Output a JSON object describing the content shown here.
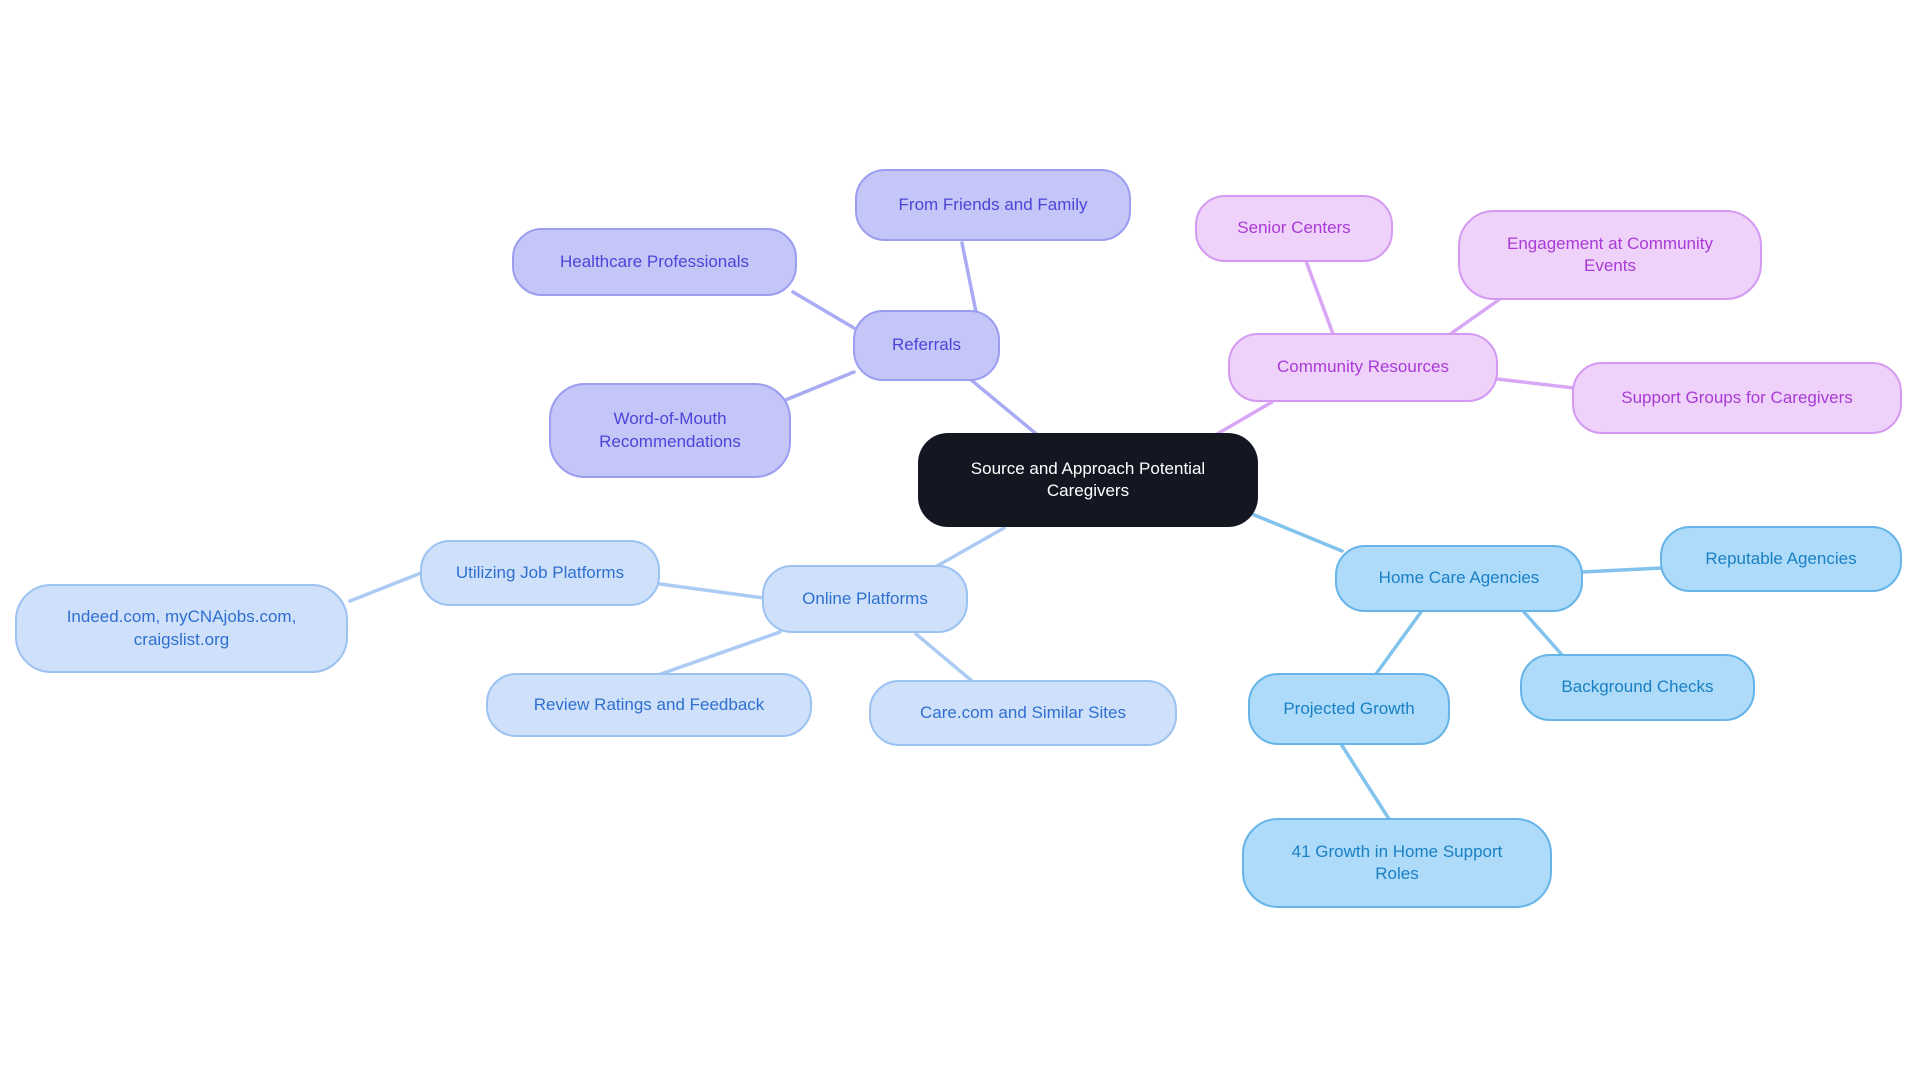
{
  "diagram": {
    "type": "mindmap",
    "background": "#ffffff"
  },
  "structure": {
    "root": {
      "label": "Source and Approach Potential Caregivers"
    },
    "branches": [
      {
        "label": "Referrals",
        "children": [
          {
            "label": "From Friends and Family"
          },
          {
            "label": "Healthcare Professionals"
          },
          {
            "label": "Word-of-Mouth Recommendations"
          }
        ]
      },
      {
        "label": "Community Resources",
        "children": [
          {
            "label": "Senior Centers"
          },
          {
            "label": "Engagement at Community Events"
          },
          {
            "label": "Support Groups for Caregivers"
          }
        ]
      },
      {
        "label": "Online Platforms",
        "children": [
          {
            "label": "Utilizing Job Platforms",
            "children": [
              {
                "label": "Indeed.com, myCNAjobs.com, craigslist.org"
              }
            ]
          },
          {
            "label": "Review Ratings and Feedback"
          },
          {
            "label": "Care.com and Similar Sites"
          }
        ]
      },
      {
        "label": "Home Care Agencies",
        "children": [
          {
            "label": "Reputable Agencies"
          },
          {
            "label": "Background Checks"
          },
          {
            "label": "Projected Growth",
            "children": [
              {
                "label": "41 Growth in Home Support Roles"
              }
            ]
          }
        ]
      }
    ]
  },
  "colors": {
    "center": {
      "fill": "#131722",
      "text": "#ffffff"
    },
    "referrals": {
      "fill": "#c5c6f8",
      "border": "#9b9df0",
      "text": "#4a45d8",
      "line": "#a9abf4"
    },
    "community": {
      "fill": "#eed2fa",
      "border": "#d49af2",
      "text": "#a93ad6",
      "line": "#d9a7f5"
    },
    "online": {
      "fill": "#cfe1fa",
      "border": "#9cc2f1",
      "text": "#2e6fd0",
      "line": "#abcbf5"
    },
    "homecare": {
      "fill": "#addbf9",
      "border": "#66b4e8",
      "text": "#1a80c4",
      "line": "#82c3ee"
    }
  }
}
